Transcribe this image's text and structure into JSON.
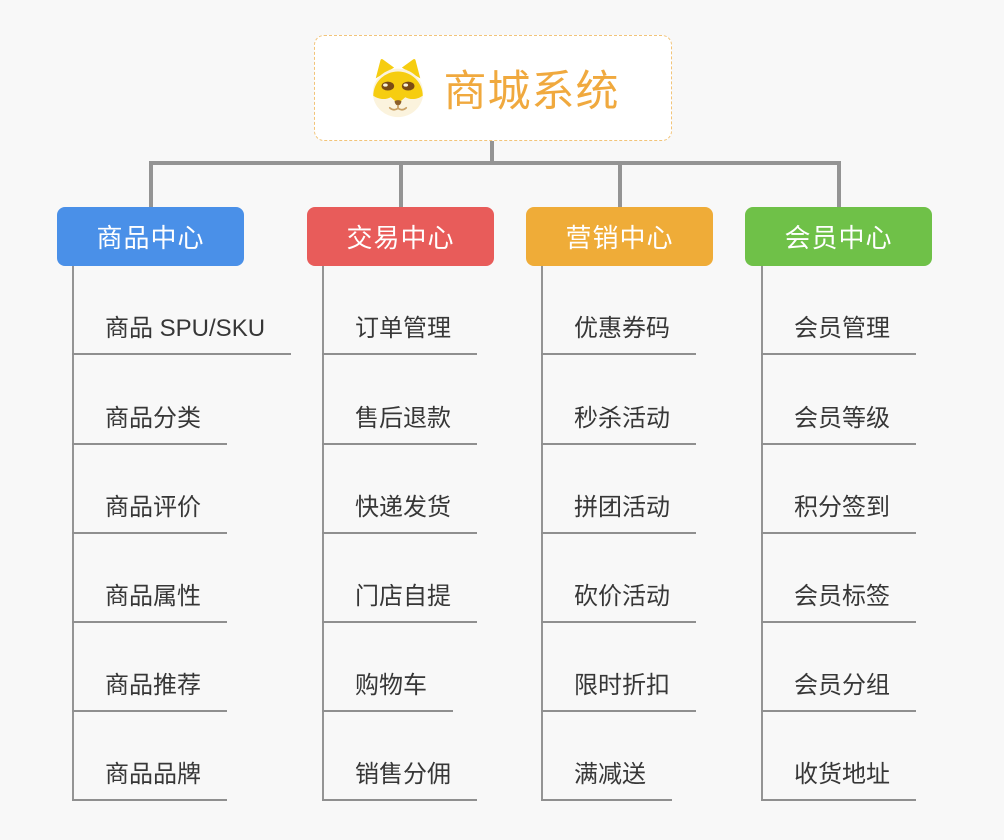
{
  "title": "商城系统",
  "root": {
    "label": "商城系统",
    "icon": "shiba-dog-icon"
  },
  "branches": [
    {
      "id": "product-center",
      "label": "商品中心",
      "color": "#4a90e8",
      "items": [
        "商品 SPU/SKU",
        "商品分类",
        "商品评价",
        "商品属性",
        "商品推荐",
        "商品品牌"
      ]
    },
    {
      "id": "trade-center",
      "label": "交易中心",
      "color": "#e85c5a",
      "items": [
        "订单管理",
        "售后退款",
        "快递发货",
        "门店自提",
        "购物车",
        "销售分佣"
      ]
    },
    {
      "id": "marketing-center",
      "label": "营销中心",
      "color": "#efac38",
      "items": [
        "优惠券码",
        "秒杀活动",
        "拼团活动",
        "砍价活动",
        "限时折扣",
        "满减送"
      ]
    },
    {
      "id": "member-center",
      "label": "会员中心",
      "color": "#6fc148",
      "items": [
        "会员管理",
        "会员等级",
        "积分签到",
        "会员标签",
        "会员分组",
        "收货地址"
      ]
    }
  ],
  "colors": {
    "root_text": "#f0a93e",
    "root_border": "#f2c479",
    "connector": "#949494",
    "underline": "#8f8f8f",
    "leaf_text": "#373737",
    "background": "#f8f8f8"
  }
}
